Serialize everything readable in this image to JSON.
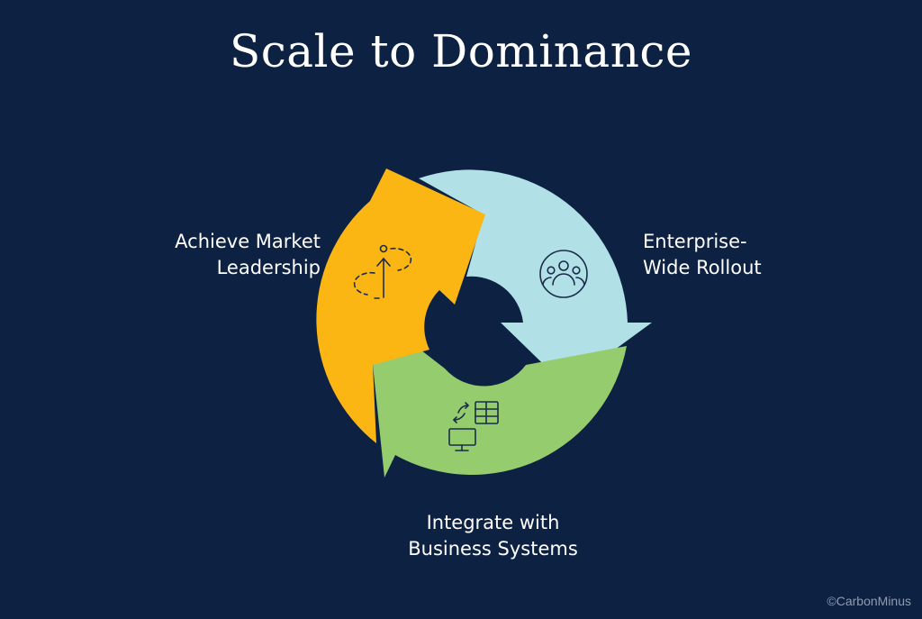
{
  "title": "Scale to Dominance",
  "colors": {
    "background": "#0d2142",
    "yellow": "#fcb613",
    "light_blue": "#b1e0e6",
    "green": "#95cc6d",
    "icon_stroke": "#1a2c4a"
  },
  "stages": [
    {
      "lines": [
        "Achieve Market",
        "Leadership"
      ],
      "icon": "growth-arrow-icon",
      "color": "yellow"
    },
    {
      "lines": [
        "Enterprise-",
        "Wide Rollout"
      ],
      "icon": "people-group-icon",
      "color": "light_blue"
    },
    {
      "lines": [
        "Integrate with",
        "Business Systems"
      ],
      "icon": "system-integration-icon",
      "color": "green"
    }
  ],
  "copyright": "©CarbonMinus"
}
